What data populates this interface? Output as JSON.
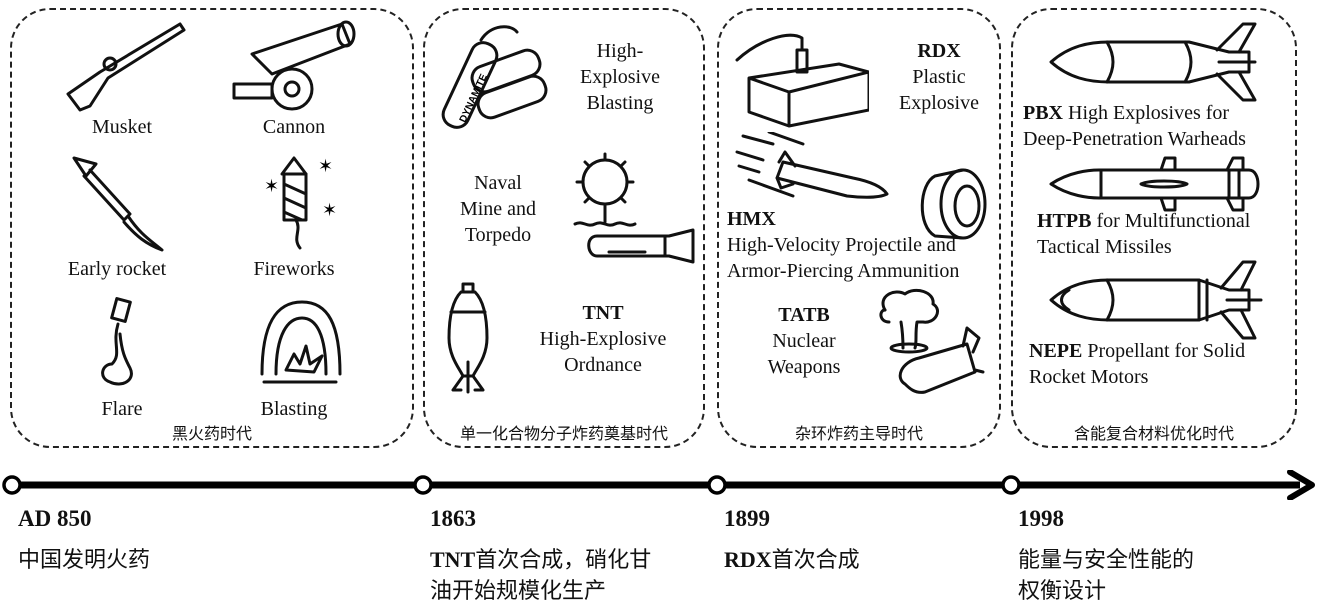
{
  "eras": [
    {
      "label": "黑火药时代",
      "items": [
        {
          "icon": "musket-icon",
          "label": "Musket"
        },
        {
          "icon": "cannon-icon",
          "label": "Cannon"
        },
        {
          "icon": "early-rocket-icon",
          "label": "Early rocket"
        },
        {
          "icon": "fireworks-icon",
          "label": "Fireworks"
        },
        {
          "icon": "flare-icon",
          "label": "Flare"
        },
        {
          "icon": "blasting-icon",
          "label": "Blasting"
        }
      ]
    },
    {
      "label": "单一化合物分子炸药奠基时代",
      "items": [
        {
          "icon": "dynamite-icon",
          "label_lines": [
            "High-",
            "Explosive",
            "Blasting"
          ]
        },
        {
          "icon": "naval-mine-icon",
          "label_lines": [
            "Naval",
            "Mine and",
            "Torpedo"
          ]
        },
        {
          "icon": "ordnance-bomb-icon",
          "bold": "TNT",
          "label_lines": [
            "High-Explosive",
            "Ordnance"
          ]
        }
      ]
    },
    {
      "label": "杂环炸药主导时代",
      "items": [
        {
          "icon": "plastic-explosive-block-icon",
          "bold": "RDX",
          "label_lines": [
            "Plastic",
            "Explosive"
          ]
        },
        {
          "icon": "projectile-icon",
          "bold": "HMX",
          "label_lines": [
            "High-Velocity Projectile and",
            "Armor-Piercing Ammunition"
          ]
        },
        {
          "icon": "nuclear-bomb-icon",
          "bold": "TATB",
          "label_lines": [
            "Nuclear",
            "Weapons"
          ]
        }
      ]
    },
    {
      "label": "含能复合材料优化时代",
      "items": [
        {
          "icon": "warhead-icon",
          "bold": "PBX",
          "label_lines": [
            "High Explosives for",
            "Deep-Penetration Warheads"
          ]
        },
        {
          "icon": "missile-icon",
          "bold": "HTPB",
          "label_lines": [
            "for Multifunctional",
            "Tactical Missiles"
          ]
        },
        {
          "icon": "rocket-motor-icon",
          "bold": "NEPE",
          "label_lines": [
            "Propellant for Solid",
            "Rocket Motors"
          ]
        }
      ]
    }
  ],
  "timeline": [
    {
      "year": "AD 850",
      "desc_lines": [
        "中国发明火药"
      ]
    },
    {
      "year": "1863",
      "desc_bold": "TNT",
      "desc_lines": [
        "首次合成，硝化甘",
        "油开始规模化生产"
      ]
    },
    {
      "year": "1899",
      "desc_bold": "RDX",
      "desc_lines": [
        "首次合成"
      ]
    },
    {
      "year": "1998",
      "desc_lines": [
        "能量与安全性能的",
        "权衡设计"
      ]
    }
  ]
}
